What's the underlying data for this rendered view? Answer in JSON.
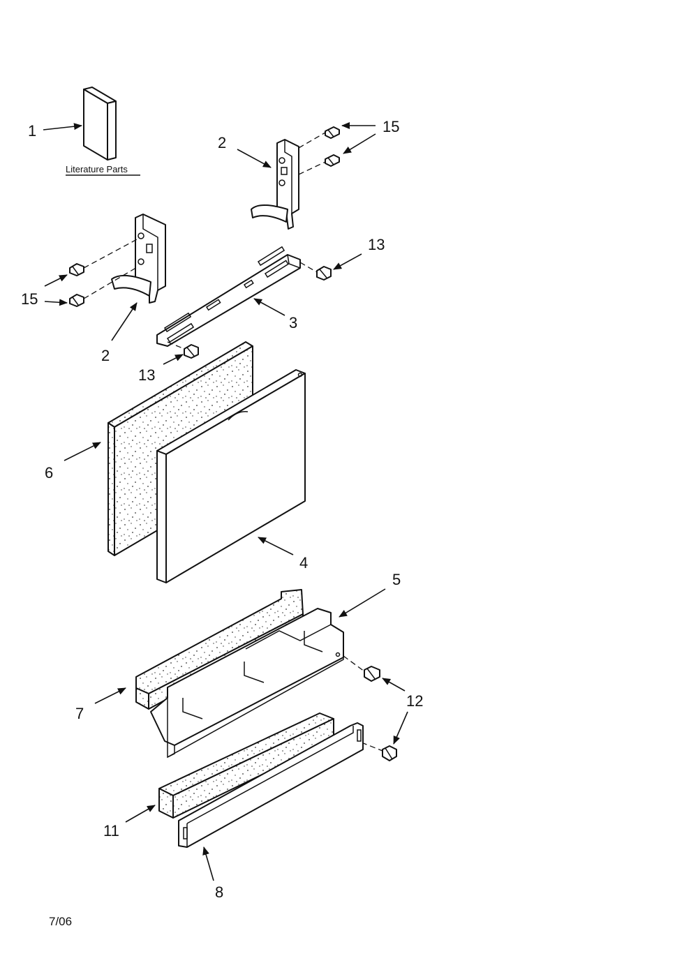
{
  "literature_caption": "Literature Parts",
  "date_code": "7/06",
  "callouts": {
    "c1": "1",
    "c2a": "2",
    "c2b": "2",
    "c3": "3",
    "c4": "4",
    "c5": "5",
    "c6": "6",
    "c7": "7",
    "c8": "8",
    "c11": "11",
    "c12": "12",
    "c13a": "13",
    "c13b": "13",
    "c15a": "15",
    "c15b": "15"
  }
}
